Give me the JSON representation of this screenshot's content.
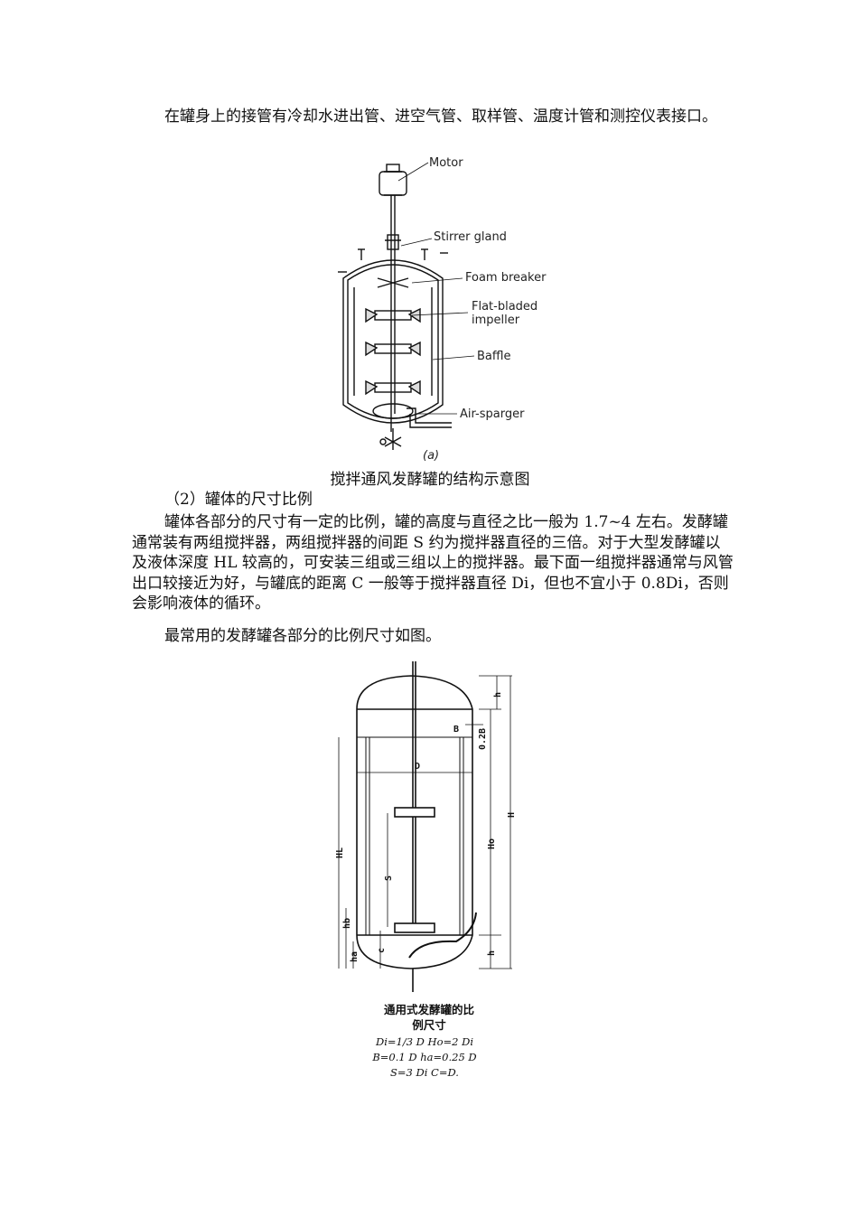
{
  "p1": "在罐身上的接管有冷却水进出管、进空气管、取样管、温度计管和测控仪表接口。",
  "fig1": {
    "labels": {
      "motor": "Motor",
      "gland": "Stirrer gland",
      "foam": "Foam breaker",
      "impeller1": "Flat-bladed",
      "impeller2": "impeller",
      "baffle": "Baffle",
      "sparger": "Air-sparger",
      "sub": "(a)"
    },
    "caption": "搅拌通风发酵罐的结构示意图"
  },
  "heading": "（2）罐体的尺寸比例",
  "p2": "罐体各部分的尺寸有一定的比例，罐的高度与直径之比一般为 1.7~4 左右。发酵罐通常装有两组搅拌器，两组搅拌器的间距 S 约为搅拌器直径的三倍。对于大型发酵罐以及液体深度 HL 较高的，可安装三组或三组以上的搅拌器。最下面一组搅拌器通常与风管出口较接近为好，与罐底的距离 C 一般等于搅拌器直径 Di，但也不宜小于 0.8Di，否则会影响液体的循环。",
  "p3": "最常用的发酵罐各部分的比例尺寸如图。",
  "fig2": {
    "labels": {
      "B": "B",
      "b02": "0.2B",
      "D": "D",
      "H": "H",
      "Ho": "Ho",
      "HL": "HL",
      "S": "S",
      "hb": "hb",
      "ha": "ha",
      "c": "c",
      "h_top": "h",
      "h_bot": "h"
    },
    "caption_line1": "通用式发酵罐的比",
    "caption_line2": "例尺寸",
    "formula1": "Di=1/3 D   Ho=2 Di",
    "formula2": "B=0.1 D   ha=0.25 D",
    "formula3": "S=3 Di   C=D."
  }
}
